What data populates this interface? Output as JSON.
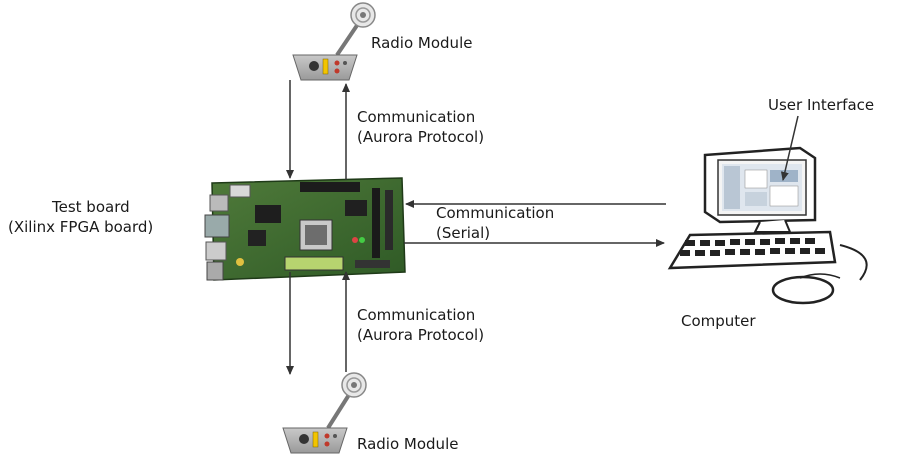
{
  "diagram": {
    "radio_top": {
      "label": "Radio Module",
      "icon": "radio-module-icon"
    },
    "radio_bottom": {
      "label": "Radio Module",
      "icon": "radio-module-icon"
    },
    "board": {
      "label_line1": "Test board",
      "label_line2": "(Xilinx FPGA board)",
      "icon": "fpga-board-icon"
    },
    "computer": {
      "label": "Computer",
      "ui_label": "User Interface",
      "icon": "computer-icon"
    },
    "comm_top": {
      "line1": "Communication",
      "line2": "(Aurora Protocol)"
    },
    "comm_bottom": {
      "line1": "Communication",
      "line2": "(Aurora Protocol)"
    },
    "comm_serial": {
      "line1": "Communication",
      "line2": "(Serial)"
    }
  }
}
